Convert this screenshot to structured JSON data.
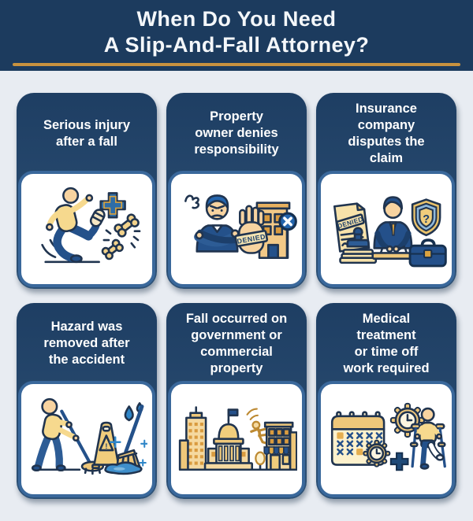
{
  "header": {
    "title": "When Do You Need\nA Slip-And-Fall Attorney?"
  },
  "cards": [
    {
      "title": "Serious injury\nafter a fall",
      "illustration": "person-slipping-with-medical-cross-and-broken-bone"
    },
    {
      "title": "Property\nowner denies\nresponsibility",
      "illustration": "angry-owner-denied-hand-building-x-sign"
    },
    {
      "title": "Insurance\ncompany\ndisputes the\nclaim",
      "illustration": "denied-document-agent-question-shield-briefcase"
    },
    {
      "title": "Hazard was\nremoved after\nthe accident",
      "illustration": "janitor-mopping-wet-floor-sign-broom-puddle"
    },
    {
      "title": "Fall occurred on\ngovernment or\ncommercial\nproperty",
      "illustration": "government-building-falling-person-storefront"
    },
    {
      "title": "Medical\ntreatment\nor time off\nwork required",
      "illustration": "calendar-gear-clocks-plus-person-on-crutches"
    }
  ],
  "illustrations": {
    "denied_stamp": "DENIED",
    "shield_question": "?",
    "warning_exclamation": "!"
  },
  "colors": {
    "header_navy": "#1c3b5e",
    "card_gradient_top": "#1e3e63",
    "card_gradient_bottom": "#2d5176",
    "gold_divider": "#c8923f",
    "background": "#e8ecf2",
    "panel_border_blue": "#3a689b",
    "outline_navy": "#20344f",
    "illustration_yellow": "#f6d98e",
    "illustration_tan": "#eec77a",
    "illustration_blue": "#2f86c8",
    "illustration_navy": "#24508a",
    "white": "#ffffff"
  }
}
